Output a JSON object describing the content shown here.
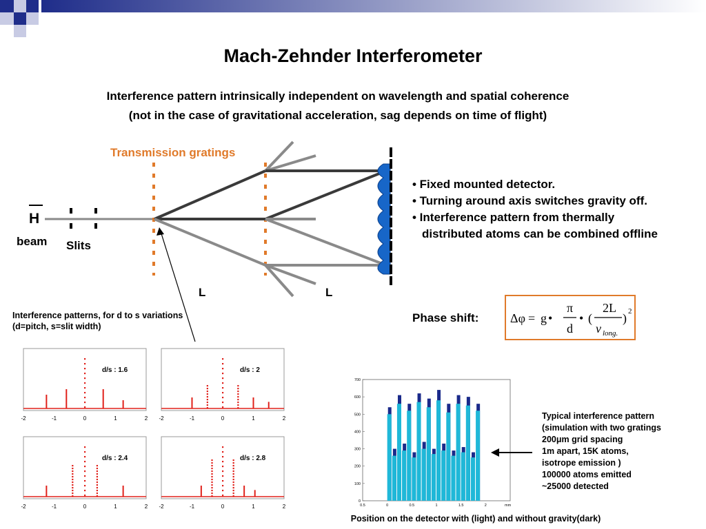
{
  "slide": {
    "title": "Mach-Zehnder Interferometer",
    "subtitle_line1": "Interference pattern intrinsically independent on wavelength and spatial coherence",
    "subtitle_line2": "(not in the case of gravitational acceleration, sag depends on time of flight)"
  },
  "diagram": {
    "gratings_label": "Transmission gratings",
    "h_label": "H",
    "beam_label": "beam",
    "slits_label": "Slits",
    "l_label_1": "L",
    "l_label_2": "L"
  },
  "bullets": [
    "• Fixed mounted detector.",
    "• Turning around axis switches gravity off.",
    "•  Interference pattern from thermally distributed atoms can be combined offline"
  ],
  "phase_shift": {
    "label": "Phase shift:",
    "delta_phi": "Δφ",
    "equals": "=",
    "g": "g",
    "dot": "•",
    "pi": "π",
    "d": "d",
    "open_paren": "(",
    "two_l": "2L",
    "v": "v",
    "v_subscript": "long.",
    "close_paren": ")",
    "exponent": "2"
  },
  "interference_caption": "Interference patterns, for d to s variations (d=pitch, s=slit width)",
  "interference_plots": [
    {
      "label": "d/s :  1.6",
      "peaks": [
        [
          -1.25,
          0.25
        ],
        [
          -0.6,
          0.35
        ],
        [
          0,
          1
        ],
        [
          0.6,
          0.35
        ],
        [
          1.25,
          0.15
        ]
      ]
    },
    {
      "label": "d/s :  2",
      "peaks": [
        [
          -1.0,
          0.2
        ],
        [
          -0.5,
          0.45
        ],
        [
          0,
          1
        ],
        [
          0.5,
          0.45
        ],
        [
          1.0,
          0.2
        ],
        [
          1.5,
          0.12
        ]
      ]
    },
    {
      "label": "d/s :  2.4",
      "peaks": [
        [
          -1.25,
          0.2
        ],
        [
          -0.4,
          0.6
        ],
        [
          0,
          1
        ],
        [
          0.4,
          0.6
        ],
        [
          1.25,
          0.2
        ]
      ]
    },
    {
      "label": "d/s :  2.8",
      "peaks": [
        [
          -0.7,
          0.2
        ],
        [
          -0.35,
          0.7
        ],
        [
          0,
          1
        ],
        [
          0.35,
          0.7
        ],
        [
          0.7,
          0.2
        ],
        [
          1.05,
          0.12
        ]
      ]
    }
  ],
  "interference_axes": {
    "x_ticks": [
      "-2",
      "-1",
      "0",
      "1",
      "2"
    ],
    "x_range": [
      -2,
      2
    ],
    "color": "#e0201a"
  },
  "chart_data": {
    "type": "bar",
    "x_ticks": [
      "0.5",
      "0",
      "0.5",
      "1",
      "1.5",
      "2"
    ],
    "x_unit": "mm",
    "y_ticks": [
      "0",
      "100",
      "200",
      "300",
      "400",
      "500",
      "600",
      "700"
    ],
    "ylim": [
      0,
      700
    ],
    "xlim": [
      -0.5,
      2.5
    ],
    "series": [
      {
        "color": "#1fb8d8",
        "values": [
          500,
          260,
          560,
          290,
          520,
          250,
          570,
          300,
          540,
          270,
          580,
          290,
          510,
          260,
          560,
          280,
          550,
          250,
          520
        ]
      },
      {
        "color": "#1a2a8a",
        "values": [
          540,
          300,
          610,
          330,
          560,
          280,
          620,
          340,
          590,
          300,
          640,
          330,
          560,
          290,
          610,
          310,
          600,
          280,
          560
        ]
      }
    ]
  },
  "sim_caption": [
    "Typical interference pattern",
    "(simulation with two gratings",
    "200μm grid spacing",
    "1m apart, 15K atoms,",
    "isotrope emission )",
    "100000 atoms emitted",
    "~25000 detected"
  ],
  "bottom_caption": "Position on the detector with (light) and without gravity(dark)",
  "colors": {
    "accent_orange": "#e07a2a",
    "header_blue": "#1f2d8a",
    "detector_blue": "#1766c8",
    "beam_gray": "#8a8a8a",
    "beam_dark": "#3a3a3a"
  }
}
